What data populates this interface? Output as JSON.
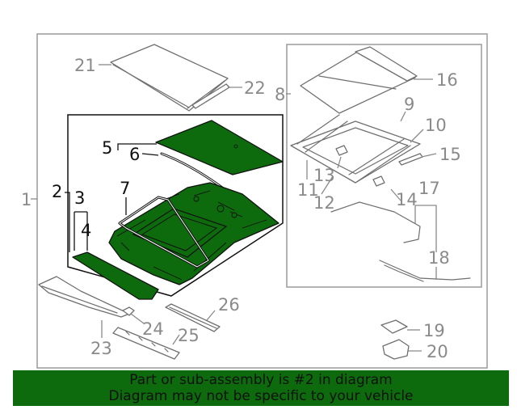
{
  "colors": {
    "highlight": "#0d6a0d",
    "outline": "#6f6f6f",
    "callout": "#8a8a8a"
  },
  "callouts": {
    "c1": "1",
    "c2": "2",
    "c3": "3",
    "c4": "4",
    "c5": "5",
    "c6": "6",
    "c7": "7",
    "c8": "8",
    "c9": "9",
    "c10": "10",
    "c11": "11",
    "c12": "12",
    "c13": "13",
    "c14": "14",
    "c15": "15",
    "c16": "16",
    "c17": "17",
    "c18": "18",
    "c19": "19",
    "c20": "20",
    "c21": "21",
    "c22": "22",
    "c23": "23",
    "c24": "24",
    "c25": "25",
    "c26": "26"
  },
  "banner": {
    "line1": "Part or sub-assembly is #2 in diagram",
    "line2": "Diagram may not be specific to your vehicle"
  }
}
